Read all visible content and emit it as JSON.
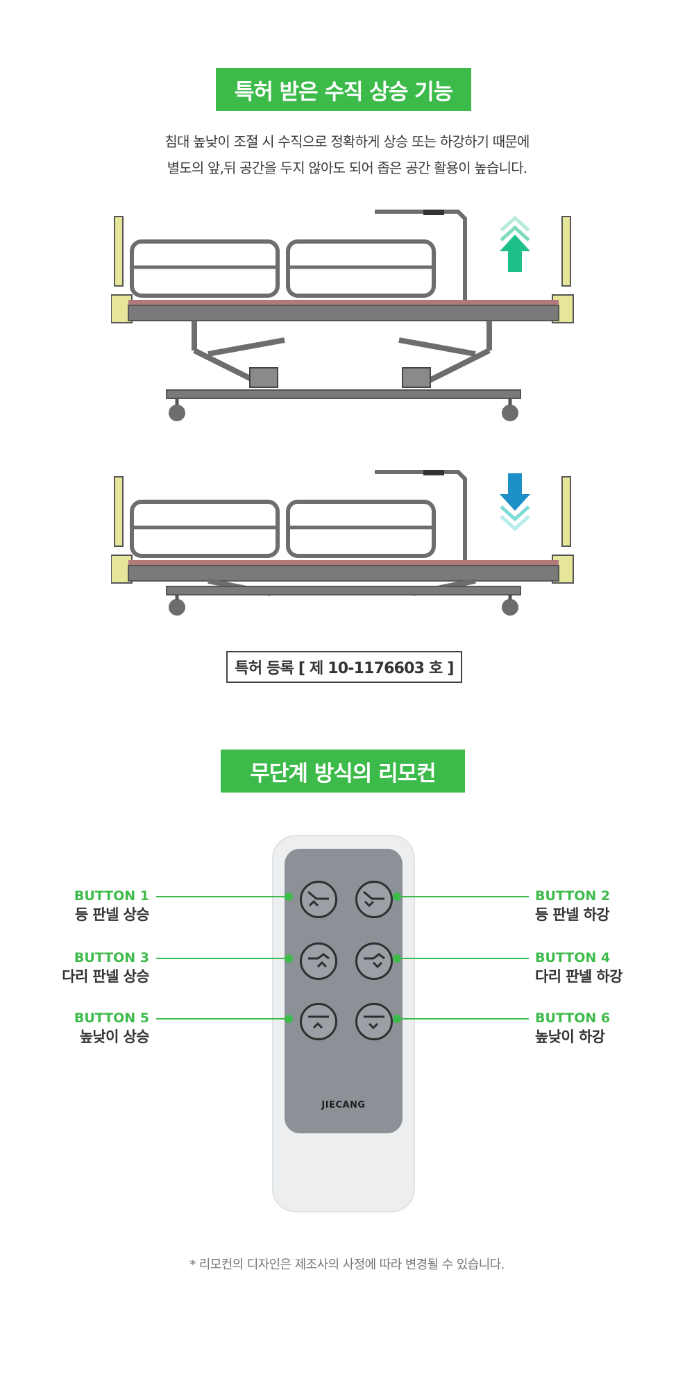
{
  "section1": {
    "title": "특허 받은 수직 상승 기능",
    "desc_line1": "침대 높낮이 조절 시 수직으로 정확하게 상승 또는 하강하기 때문에",
    "desc_line2": "별도의 앞,뒤 공간을 두지 않아도 되어 좁은 공간 활용이 높습니다.",
    "patent": "특허 등록 [ 제 10-1176603 호 ]"
  },
  "section2": {
    "title": "무단계 방식의 리모컨",
    "remote_brand": "JIECANG",
    "buttons": [
      {
        "id": "BUTTON 1",
        "desc": "등 판넬 상승"
      },
      {
        "id": "BUTTON 2",
        "desc": "등 판넬 하강"
      },
      {
        "id": "BUTTON 3",
        "desc": "다리 판넬 상승"
      },
      {
        "id": "BUTTON 4",
        "desc": "다리 판넬 하강"
      },
      {
        "id": "BUTTON 5",
        "desc": "높낮이 상승"
      },
      {
        "id": "BUTTON 6",
        "desc": "높낮이 하강"
      }
    ],
    "note": "* 리모컨의 디자인은 제조사의 사정에 따라 변경될 수 있습니다."
  },
  "colors": {
    "accent": "#3dbb4a",
    "arrow_up": "#1dbf8a",
    "arrow_down": "#1e90c8",
    "remote_panel": "#8c9198",
    "frame": "#6d6d6d",
    "rail_end": "#e6e69a"
  }
}
